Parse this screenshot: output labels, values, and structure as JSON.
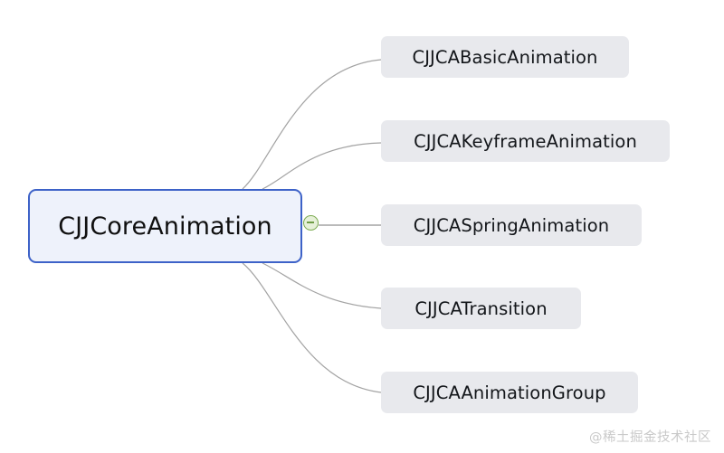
{
  "diagram": {
    "type": "mindmap",
    "background_color": "#ffffff",
    "root": {
      "label": "CJJCoreAnimation",
      "fill_color": "#eef2fb",
      "border_color": "#3d62c8",
      "text_color": "#101010"
    },
    "toggle": {
      "name": "collapse-toggle",
      "state": "expanded",
      "glyph": "minus",
      "color": "#7cab52"
    },
    "children": [
      {
        "label": "CJJCABasicAnimation"
      },
      {
        "label": "CJJCAKeyframeAnimation"
      },
      {
        "label": "CJJCASpringAnimation"
      },
      {
        "label": "CJJCATransition"
      },
      {
        "label": "CJJCAAnimationGroup"
      }
    ],
    "child_style": {
      "fill_color": "#e8e9ed",
      "text_color": "#13161a"
    },
    "edge_color": "#a0a0a0"
  },
  "watermark": {
    "text": "@稀土掘金技术社区"
  }
}
